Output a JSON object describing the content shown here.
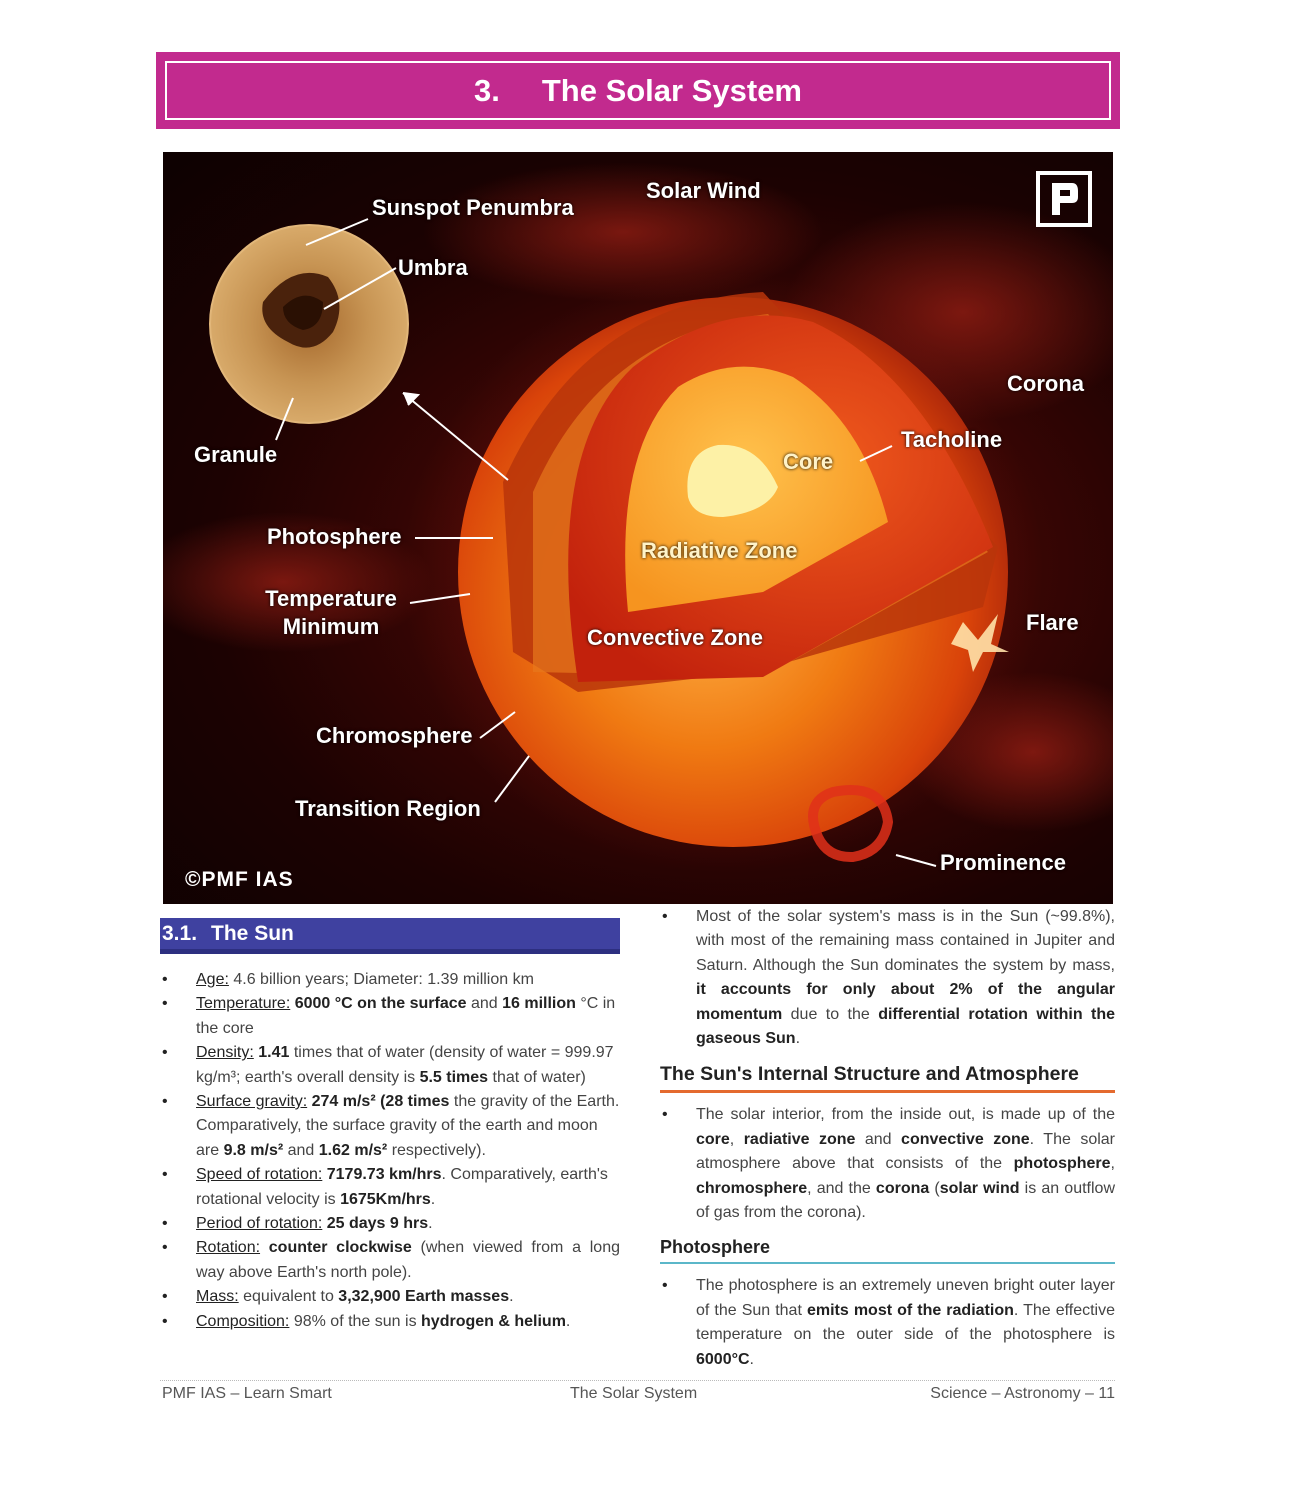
{
  "banner": {
    "number": "3.",
    "title": "The Solar System"
  },
  "figure": {
    "labels": {
      "sunspot_penumbra": "Sunspot Penumbra",
      "umbra": "Umbra",
      "solar_wind": "Solar Wind",
      "corona": "Corona",
      "tacholine": "Tacholine",
      "core": "Core",
      "granule": "Granule",
      "photosphere": "Photosphere",
      "radiative_zone": "Radiative Zone",
      "temperature_minimum_1": "Temperature",
      "temperature_minimum_2": "Minimum",
      "convective_zone": "Convective Zone",
      "flare": "Flare",
      "chromosphere": "Chromosphere",
      "transition_region": "Transition Region",
      "prominence": "Prominence"
    },
    "copyright": "©PMF IAS"
  },
  "section_sun": {
    "number": "3.1.",
    "title": "The Sun",
    "items": [
      {
        "label": "Age:",
        "text": " 4.6 billion years; Diameter: 1.39 million km"
      },
      {
        "label": "Temperature:",
        "text_a": " 6000 °C on the surface",
        "text_b": " and ",
        "bold_b": "16 million",
        "text_c": " °C in the core"
      },
      {
        "label": "Density:",
        "bold_a": " 1.41",
        "text_a": " times that of water (density of water = 999.97 kg/m³; earth's overall density is ",
        "bold_b": "5.5 times",
        "text_b": " that of water)"
      },
      {
        "label": "Surface gravity:",
        "bold_a": " 274 m/s² (28 times",
        "text_a": " the gravity of the Earth. Comparatively, the surface gravity of the earth and moon are ",
        "bold_b": "9.8 m/s²",
        "text_b": " and ",
        "bold_c": "1.62 m/s²",
        "text_c": " respectively)."
      },
      {
        "label": "Speed of rotation:",
        "bold_a": " 7179.73 km/hrs",
        "text_a": ". Comparatively, earth's rotational velocity is ",
        "bold_b": "1675Km/hrs",
        "text_b": "."
      },
      {
        "label": "Period of rotation:",
        "bold_a": " 25 days 9 hrs",
        "text_a": "."
      },
      {
        "label": "Rotation:",
        "bold_a": " counter clockwise",
        "text_a": " (when viewed from a long way above Earth's north pole)."
      },
      {
        "label": "Mass:",
        "text_a": " equivalent to ",
        "bold_a": "3,32,900 Earth masses",
        "text_b": "."
      },
      {
        "label": "Composition:",
        "text_a": "  98% of the sun is ",
        "bold_a": "hydrogen & helium",
        "text_b": "."
      }
    ]
  },
  "right_col": {
    "mass_para": {
      "text_a": "Most of the solar system's mass is in the Sun (~99.8%), with most of the remaining mass contained in Jupiter and Saturn. Although the Sun dominates the system by mass, ",
      "bold_a": "it accounts for only about 2% of the angular momentum",
      "text_b": " due to the ",
      "bold_b": "differential rotation within the gaseous Sun",
      "text_c": "."
    },
    "heading_structure": "The Sun's Internal Structure and Atmosphere",
    "structure_para": {
      "text_a": "The solar interior, from the inside out, is made up of the ",
      "bold_a": "core",
      "text_b": ", ",
      "bold_b": "radiative zone",
      "text_c": " and ",
      "bold_c": "convective zone",
      "text_d": ". The solar atmosphere above that consists of the ",
      "bold_d": "photosphere",
      "text_e": ", ",
      "bold_e": "chromosphere",
      "text_f": ", and the ",
      "bold_f": "corona",
      "text_g": " (",
      "bold_g": "solar wind",
      "text_h": " is an outflow of gas from the corona)."
    },
    "heading_photosphere": "Photosphere",
    "photosphere_para": {
      "text_a": "The photosphere is an extremely uneven bright outer layer of the Sun that ",
      "bold_a": "emits most of the radiation",
      "text_b": ". The effective temperature on the outer side of the photosphere is ",
      "bold_b": "6000°C",
      "text_c": "."
    }
  },
  "footer": {
    "left": "PMF IAS – Learn Smart",
    "center": "The Solar System",
    "right": "Science – Astronomy – 11"
  }
}
